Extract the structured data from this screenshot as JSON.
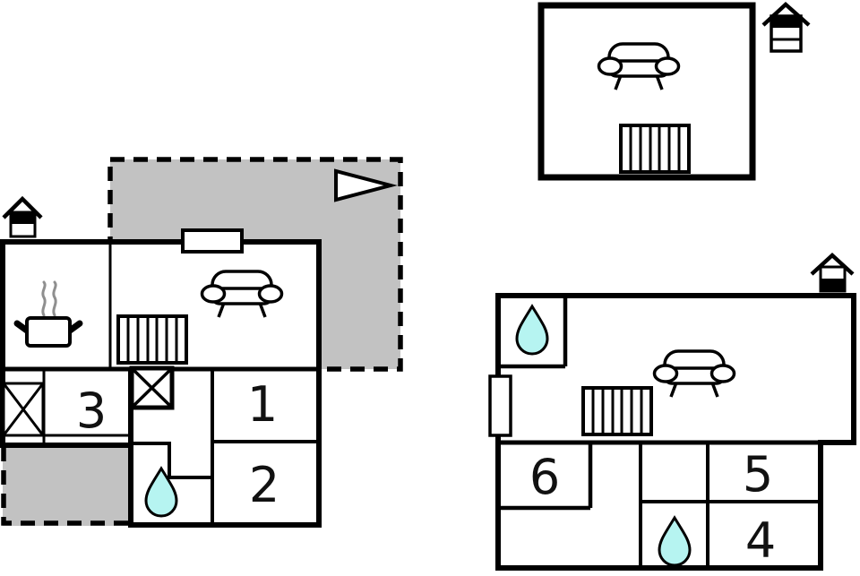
{
  "colors": {
    "wall": "#000000",
    "background": "#ffffff",
    "terrace_fill": "#c2c2c2",
    "water_drop_fill": "#b6f4f1",
    "steam": "#8f8f8f",
    "icon_fill": "#ffffff"
  },
  "rooms": [
    {
      "id": "room-1",
      "label": "1"
    },
    {
      "id": "room-2",
      "label": "2"
    },
    {
      "id": "room-3",
      "label": "3"
    },
    {
      "id": "room-4",
      "label": "4"
    },
    {
      "id": "room-5",
      "label": "5"
    },
    {
      "id": "room-6",
      "label": "6"
    }
  ],
  "icons": {
    "sofa": "sofa-icon",
    "radiator": "radiator-icon",
    "water_drop": "water-drop-icon",
    "cooking_pot": "cooking-pot-icon",
    "stairs": "stairs-cross-icon",
    "storage_cross": "cross-box-icon",
    "window": "window-icon",
    "chimney": "chimney-icon",
    "direction_triangle": "north-arrow-icon"
  }
}
